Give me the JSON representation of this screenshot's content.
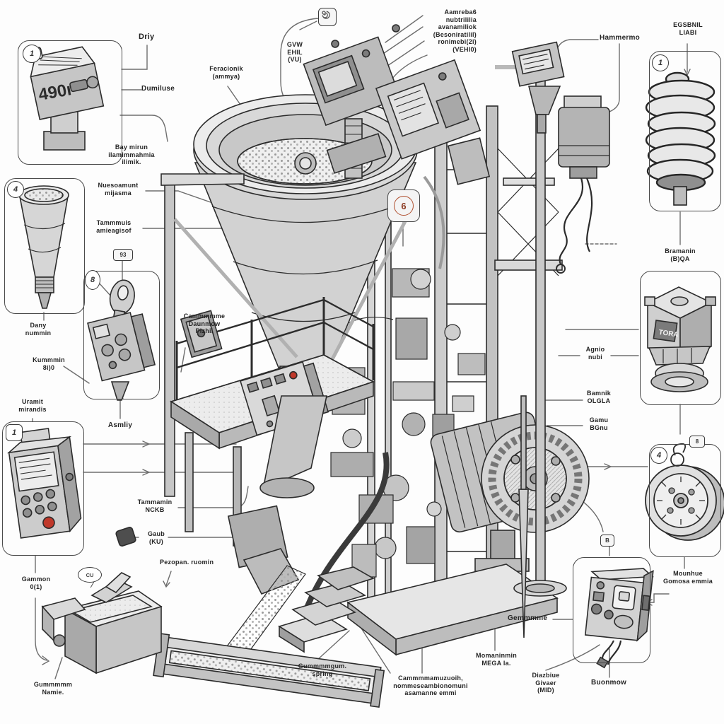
{
  "figure": {
    "type": "technical-exploded-diagram",
    "subject": "industrial hopper feeder machine with callout components",
    "colors": {
      "ink": "#242424",
      "metal_light": "#e7e7e7",
      "metal_mid": "#c9c9c9",
      "metal_dark": "#9a9a9a",
      "accent_red": "#c0392b",
      "paper": "#fdfdfd"
    }
  },
  "devices": {
    "counter_value": "490ı",
    "cube_plate": "TORA"
  },
  "badges": {
    "counter_box": "1",
    "funnel_box": "4",
    "key_tag": "93",
    "key_circle": "8",
    "vfd_box": "1",
    "hopper_sq": "6",
    "spring_box": "1",
    "gauge_box": "4",
    "gauge_tag": "8",
    "motor_tag": "B",
    "bubble_cu": "CU"
  },
  "labels": {
    "driy": "Driy",
    "dumiluse": "Dumiluse",
    "bay_mirun": "Bay mirun\nilamimmahmia\nilimik.",
    "feracionik": "Feracionik\n(ammya)",
    "gvw": "GVW\nEHIL\n(VU)",
    "aamreids": "Aamreba6\nnubtrililia\navanamiliok\n(Besoniratilil)\nronimebi(2i)\n(VEHI0)",
    "hammermo": "Hammermo",
    "essanil": "EGSBNIL\nLIABI",
    "nuesoamunt": "Nuesoamunt\nmijasma",
    "tammmuis": "Tammmuis\namieagisof",
    "cammmmme": "Cammmmme\nDaunmow\nPizhii",
    "dany_nummin": "Dany\nnummin",
    "kummmin": "Kummmin\n8i)0",
    "uramit": "Uramit\nmirandis",
    "asmliy": "Asmliy",
    "gammon": "Gammon\n0(1)",
    "gummmmm_namie": "Gummmmm\nNamie.",
    "tammamin_nckb": "Tammamin\nNCKB",
    "gaub_ku": "Gaub\n(KU)",
    "pezopan": "Pezopan. ruomin",
    "gummmmgum_spring": "Gummmmgum.\nspring",
    "cammum_center": "Cammmmamuzuoih,\nnommeseambionomuni\nasamanne emmi",
    "momanin_mega": "Momaninmin\nMEGA la.",
    "bramanin": "Bramanin\n(B)QA",
    "agnio_nubi": "Agnio\nnubi",
    "bamnik_olgla": "Bamnik\nOLGLA",
    "gamu_bgnu": "Gamu\nBGnu",
    "gemmmme": "Gemmmme",
    "mounhue": "Mounhue\nGomosa emmia",
    "diazbiue": "Diazbiue\nGivaer\n(MID)",
    "buonmow": "Buonmow"
  }
}
